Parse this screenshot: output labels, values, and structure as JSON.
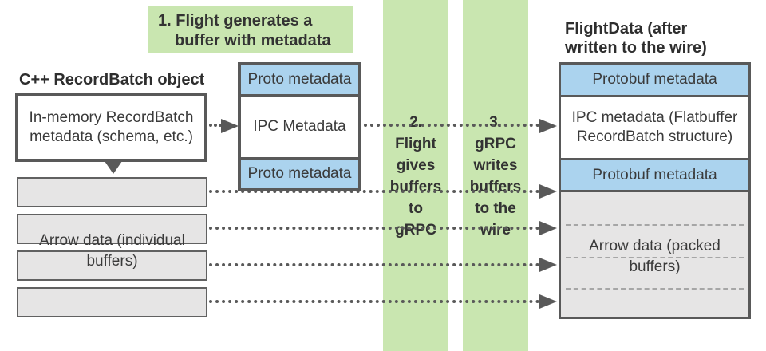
{
  "step1_label": {
    "line1": "1. Flight generates a",
    "line2": "buffer with metadata"
  },
  "left": {
    "heading": "C++ RecordBatch object",
    "memory_box": {
      "line1": "In-memory RecordBatch",
      "line2": "metadata (schema, etc.)"
    },
    "individual_buffers_label": {
      "line1": "Arrow data (individual",
      "line2": "buffers)"
    }
  },
  "middle_stack": {
    "top": "Proto metadata",
    "center": "IPC Metadata",
    "bottom": "Proto metadata"
  },
  "band2": {
    "lines": [
      "2.",
      "Flight",
      "gives",
      "buffers",
      "to",
      "gRPC"
    ]
  },
  "band3": {
    "lines": [
      "3.",
      "gRPC",
      "writes",
      "buffers",
      "to the",
      "wire"
    ]
  },
  "right": {
    "heading": {
      "line1": "FlightData (after",
      "line2": "written to the wire)"
    },
    "row_top": "Protobuf metadata",
    "row_ipc": "IPC metadata (Flatbuffer RecordBatch structure)",
    "row_bottom": "Protobuf metadata",
    "packed_buffers_label": {
      "line1": "Arrow data (packed",
      "line2": "buffers)"
    }
  },
  "colors": {
    "green": "#c9e6b0",
    "blue": "#abd3ee",
    "gray_fill": "#e6e5e5",
    "border": "#595959",
    "text": "#363636"
  }
}
